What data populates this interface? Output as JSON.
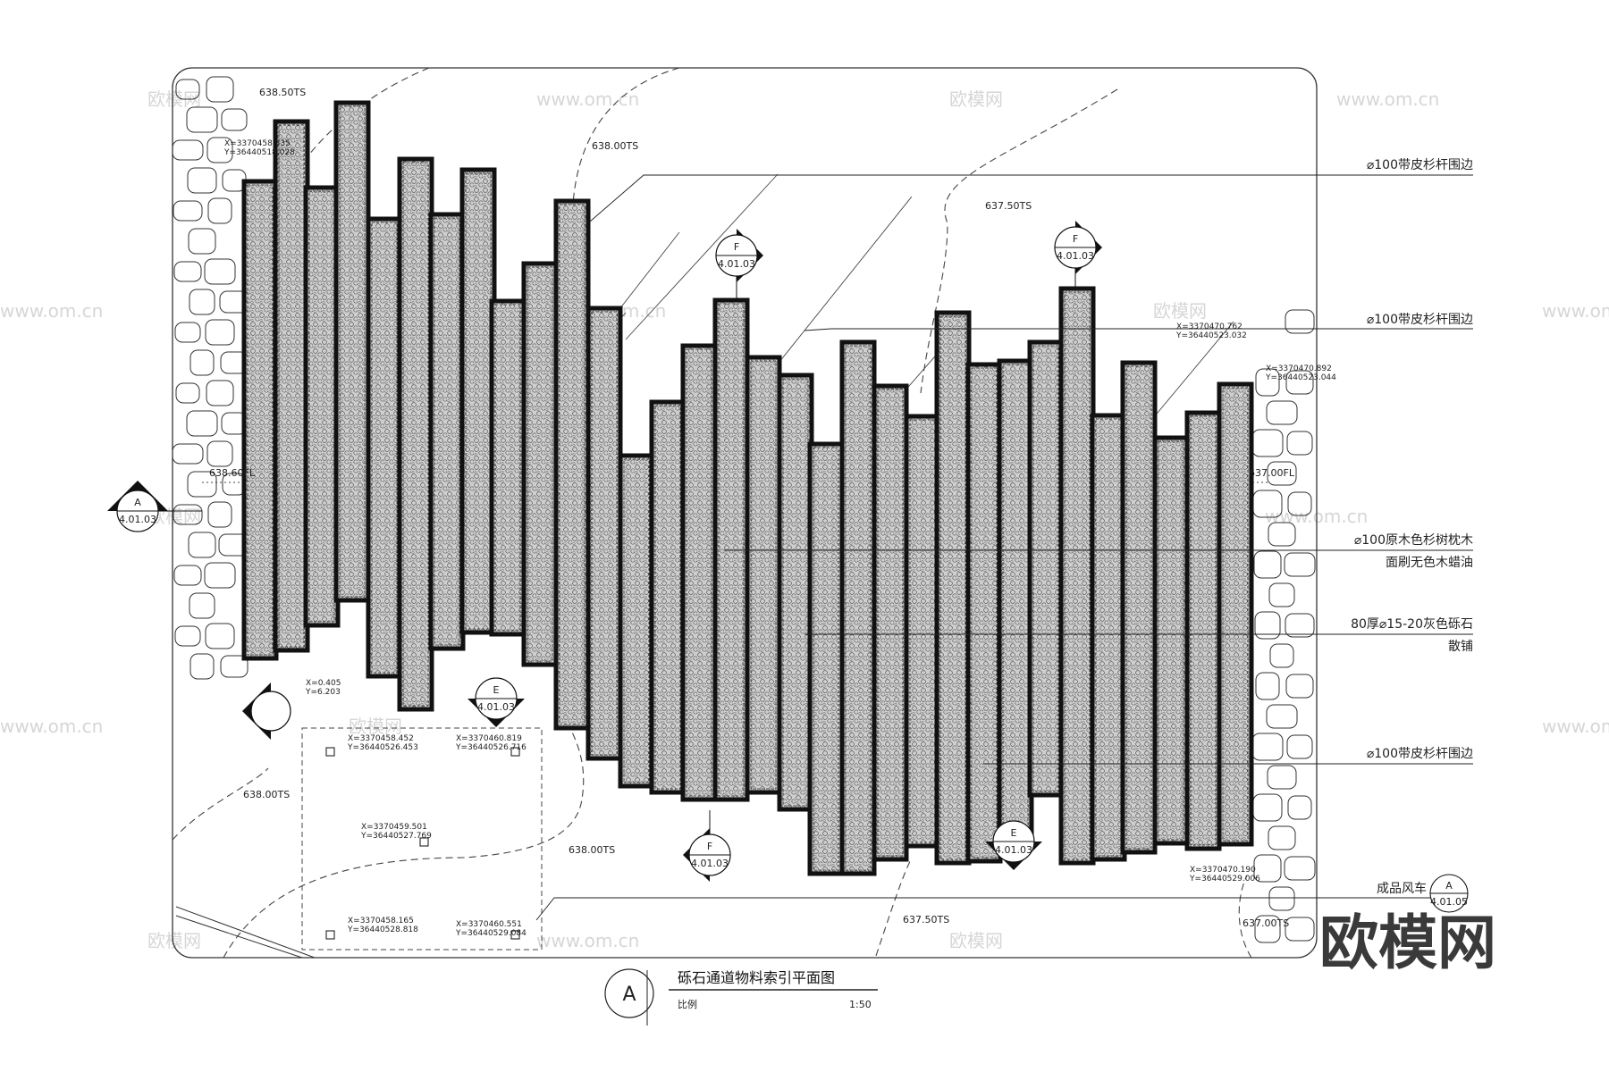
{
  "drawing": {
    "title": "砾石通道物料索引平面图",
    "scale_label": "比例",
    "scale_value": "1:50",
    "title_symbol": "A"
  },
  "callouts": [
    {
      "lines": [
        "⌀100带皮杉杆围边"
      ]
    },
    {
      "lines": [
        "⌀100带皮杉杆围边"
      ]
    },
    {
      "lines": [
        "⌀100原木色杉树枕木",
        "面刷无色木蜡油"
      ]
    },
    {
      "lines": [
        "80厚⌀15-20灰色砾石",
        "散铺"
      ]
    },
    {
      "lines": [
        "⌀100带皮杉杆围边"
      ]
    },
    {
      "lines": [
        "成品风车"
      ]
    }
  ],
  "elevation_labels": [
    "638.50TS",
    "638.00TS",
    "637.50TS",
    "638.00TS",
    "638.00TS",
    "637.50TS",
    "637.00TS",
    "638.60FL",
    "637.00FL"
  ],
  "coordinates": [
    [
      "X=3370458.335",
      "Y=36440518.028"
    ],
    [
      "X=3370470.762",
      "Y=36440523.032"
    ],
    [
      "X=3370470.892",
      "Y=36440523.044"
    ],
    [
      "X=3370458.452",
      "Y=36440526.453"
    ],
    [
      "X=3370460.819",
      "Y=36440526.716"
    ],
    [
      "X=3370459.501",
      "Y=36440527.769"
    ],
    [
      "X=3370458.165",
      "Y=36440528.818"
    ],
    [
      "X=3370460.551",
      "Y=36440529.084"
    ],
    [
      "X=3370470.190",
      "Y=36440529.006"
    ],
    [
      "X=0.405",
      "Y=6.203"
    ]
  ],
  "section_markers": [
    {
      "letter": "A",
      "ref": "4.01.03"
    },
    {
      "letter": "F",
      "ref": "4.01.03"
    },
    {
      "letter": "F",
      "ref": "4.01.03"
    },
    {
      "letter": "E",
      "ref": "4.01.03"
    },
    {
      "letter": "F",
      "ref": "4.01.03"
    },
    {
      "letter": "E",
      "ref": "4.01.03"
    },
    {
      "letter": "A",
      "ref": "4.01.05"
    }
  ],
  "watermarks": [
    "欧模网",
    "www.om.cn"
  ],
  "brand": "欧模网",
  "colors": {
    "line": "#222222",
    "fill": "#c8c8c8",
    "watermark": "#d6d6d6"
  }
}
